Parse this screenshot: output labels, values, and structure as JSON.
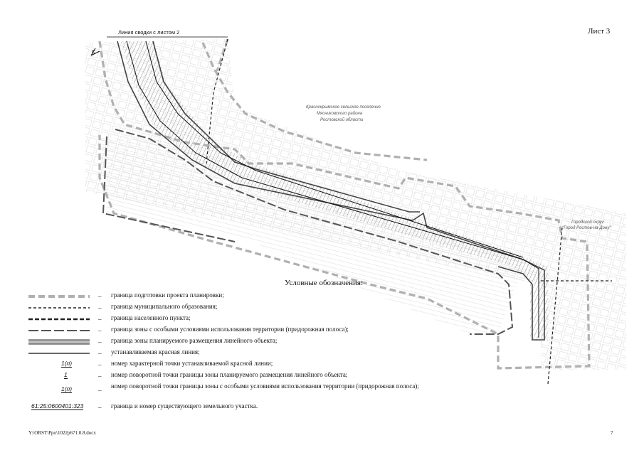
{
  "sheet": {
    "label": "Лист 3"
  },
  "map": {
    "link_label": "Линия сводки с листом 2",
    "settlement_label": [
      "Краснокрымское сельское поселение",
      "Мясниковского района",
      "Ростовской области"
    ],
    "city_label": [
      "Городской округ",
      "\"Город Ростов-на-Дону\""
    ],
    "colors": {
      "planning_boundary": "#b0b0b0",
      "road_zone": "#555555",
      "red_line": "#111111",
      "hatch": "#9a9a9a"
    }
  },
  "legend": {
    "title": "Условные обозначения:",
    "items": [
      {
        "symbol": "gray-dashed-line",
        "text": "граница подготовки проекта планировки;"
      },
      {
        "symbol": "dashed-line-medium",
        "text": "граница муниципального образования;"
      },
      {
        "symbol": "dashed-line-thick",
        "text": "граница населенного пункта;"
      },
      {
        "symbol": "long-dash-line",
        "text": "граница зоны с особыми условиями использования территории (придорожная полоса);"
      },
      {
        "symbol": "double-line-gray-band",
        "text": "граница зоны планируемого размещения линейного объекта;"
      },
      {
        "symbol": "solid-line",
        "text": "устанавливаемая красная линия;"
      },
      {
        "symbol": "point-red-line",
        "label": "1(п)",
        "text": "номер характерной точки устанавливаемой красной линии;"
      },
      {
        "symbol": "point-zone",
        "label": "1",
        "text": "номер поворотной точки границы зоны планируемого размещения линейного объекта;"
      },
      {
        "symbol": "point-roadside",
        "label": "1(п)",
        "text": "номер поворотной точки границы зоны с особыми условиями использования территории (придорожная полоса);"
      },
      {
        "symbol": "parcel-number",
        "label": "61:25:0600401:323",
        "text": "граница и номер существующего земельного участка."
      }
    ]
  },
  "footer": {
    "path": "Y:\\ORST\\Ppo\\1022p671.0.8.docx",
    "page": "7"
  }
}
